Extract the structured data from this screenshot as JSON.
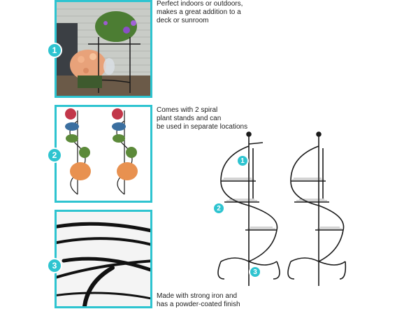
{
  "badges": {
    "one": "1",
    "two": "2",
    "three": "3"
  },
  "captions": {
    "first": [
      "Perfect indoors or outdoors,",
      "makes a great addition to a",
      "deck or sunroom"
    ],
    "second": [
      "Comes with 2 spiral",
      "plant stands and can",
      "be used in separate locations"
    ],
    "third": [
      "Made with strong iron and",
      "has a powder-coated finish"
    ]
  },
  "colors": {
    "accent": "#2ec4d0",
    "frame_metal": "#1a1a1a"
  }
}
